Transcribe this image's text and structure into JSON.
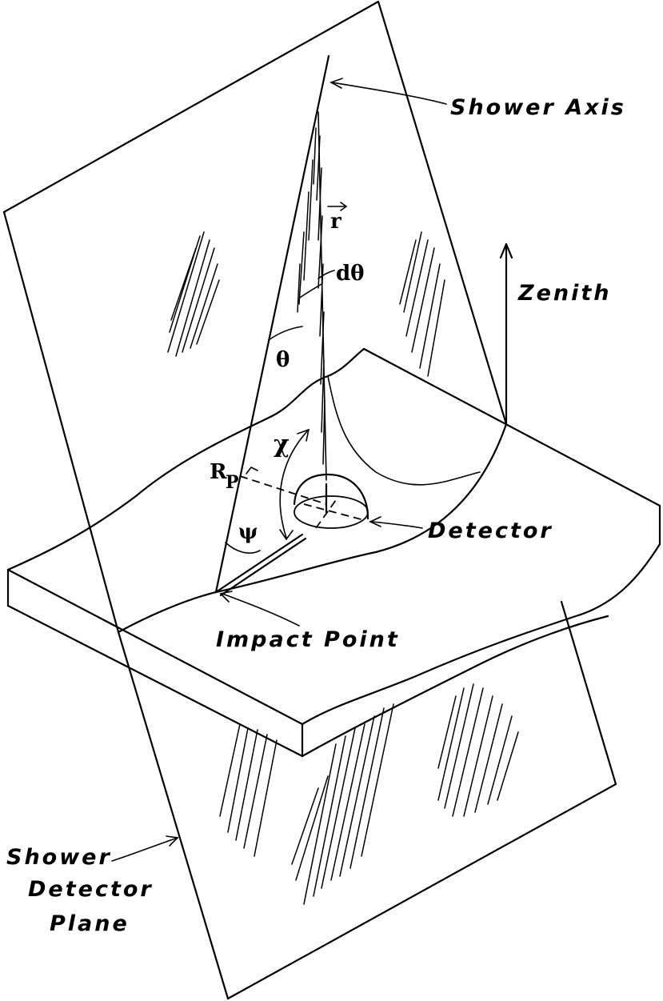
{
  "labels": {
    "shower_axis": "Shower Axis",
    "zenith": "Zenith",
    "detector": "Detector",
    "impact_point": "Impact Point",
    "shower_detector_plane_line1": "Shower",
    "shower_detector_plane_line2": "Detector",
    "shower_detector_plane_line3": "Plane"
  },
  "symbols": {
    "r_vector": "r",
    "d_theta": "dθ",
    "theta": "θ",
    "chi": "χ",
    "r_p_main": "R",
    "r_p_sub": "P",
    "psi": "ψ"
  }
}
